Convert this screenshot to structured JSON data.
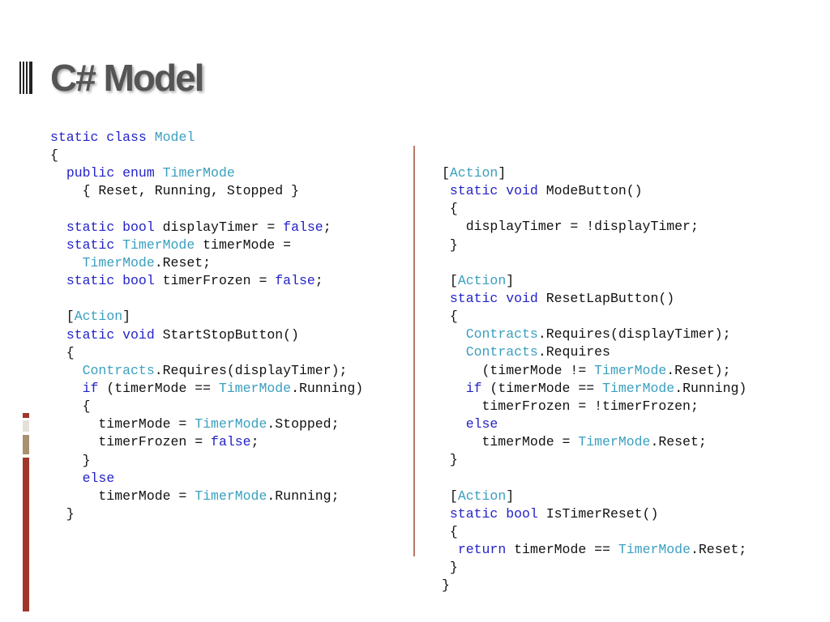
{
  "slide": {
    "title": "C# Model",
    "colors": {
      "keyword": "#2323c8",
      "type": "#3a9fbf",
      "text": "#111111",
      "title": "#555555",
      "accent_red": "#a0352a",
      "accent_tan": "#a89070",
      "divider": "#b5796a"
    }
  },
  "code_left": [
    [
      [
        "kw",
        "static class "
      ],
      [
        "ty",
        "Model"
      ]
    ],
    [
      [
        "t",
        "{"
      ]
    ],
    [
      [
        "t",
        "  "
      ],
      [
        "kw",
        "public enum "
      ],
      [
        "ty",
        "TimerMode"
      ]
    ],
    [
      [
        "t",
        "    { Reset, Running, Stopped }"
      ]
    ],
    [
      [
        "t",
        ""
      ]
    ],
    [
      [
        "t",
        "  "
      ],
      [
        "kw",
        "static bool"
      ],
      [
        "t",
        " displayTimer = "
      ],
      [
        "kw",
        "false"
      ],
      [
        "t",
        ";"
      ]
    ],
    [
      [
        "t",
        "  "
      ],
      [
        "kw",
        "static "
      ],
      [
        "ty",
        "TimerMode"
      ],
      [
        "t",
        " timerMode ="
      ]
    ],
    [
      [
        "t",
        "    "
      ],
      [
        "ty",
        "TimerMode"
      ],
      [
        "t",
        ".Reset;"
      ]
    ],
    [
      [
        "t",
        "  "
      ],
      [
        "kw",
        "static bool"
      ],
      [
        "t",
        " timerFrozen = "
      ],
      [
        "kw",
        "false"
      ],
      [
        "t",
        ";"
      ]
    ],
    [
      [
        "t",
        ""
      ]
    ],
    [
      [
        "t",
        "  ["
      ],
      [
        "ty",
        "Action"
      ],
      [
        "t",
        "]"
      ]
    ],
    [
      [
        "t",
        "  "
      ],
      [
        "kw",
        "static void"
      ],
      [
        "t",
        " StartStopButton()"
      ]
    ],
    [
      [
        "t",
        "  {"
      ]
    ],
    [
      [
        "t",
        "    "
      ],
      [
        "ty",
        "Contracts"
      ],
      [
        "t",
        ".Requires(displayTimer);"
      ]
    ],
    [
      [
        "t",
        "    "
      ],
      [
        "kw",
        "if"
      ],
      [
        "t",
        " (timerMode == "
      ],
      [
        "ty",
        "TimerMode"
      ],
      [
        "t",
        ".Running)"
      ]
    ],
    [
      [
        "t",
        "    {"
      ]
    ],
    [
      [
        "t",
        "      timerMode = "
      ],
      [
        "ty",
        "TimerMode"
      ],
      [
        "t",
        ".Stopped;"
      ]
    ],
    [
      [
        "t",
        "      timerFrozen = "
      ],
      [
        "kw",
        "false"
      ],
      [
        "t",
        ";"
      ]
    ],
    [
      [
        "t",
        "    }"
      ]
    ],
    [
      [
        "t",
        "    "
      ],
      [
        "kw",
        "else"
      ]
    ],
    [
      [
        "t",
        "      timerMode = "
      ],
      [
        "ty",
        "TimerMode"
      ],
      [
        "t",
        ".Running;"
      ]
    ],
    [
      [
        "t",
        "  }"
      ]
    ]
  ],
  "code_right": [
    [
      [
        "t",
        "["
      ],
      [
        "ty",
        "Action"
      ],
      [
        "t",
        "]"
      ]
    ],
    [
      [
        "t",
        " "
      ],
      [
        "kw",
        "static void"
      ],
      [
        "t",
        " ModeButton()"
      ]
    ],
    [
      [
        "t",
        " {"
      ]
    ],
    [
      [
        "t",
        "   displayTimer = !displayTimer;"
      ]
    ],
    [
      [
        "t",
        " }"
      ]
    ],
    [
      [
        "t",
        ""
      ]
    ],
    [
      [
        "t",
        " ["
      ],
      [
        "ty",
        "Action"
      ],
      [
        "t",
        "]"
      ]
    ],
    [
      [
        "t",
        " "
      ],
      [
        "kw",
        "static void"
      ],
      [
        "t",
        " ResetLapButton()"
      ]
    ],
    [
      [
        "t",
        " {"
      ]
    ],
    [
      [
        "t",
        "   "
      ],
      [
        "ty",
        "Contracts"
      ],
      [
        "t",
        ".Requires(displayTimer);"
      ]
    ],
    [
      [
        "t",
        "   "
      ],
      [
        "ty",
        "Contracts"
      ],
      [
        "t",
        ".Requires"
      ]
    ],
    [
      [
        "t",
        "     (timerMode != "
      ],
      [
        "ty",
        "TimerMode"
      ],
      [
        "t",
        ".Reset);"
      ]
    ],
    [
      [
        "t",
        "   "
      ],
      [
        "kw",
        "if"
      ],
      [
        "t",
        " (timerMode == "
      ],
      [
        "ty",
        "TimerMode"
      ],
      [
        "t",
        ".Running)"
      ]
    ],
    [
      [
        "t",
        "     timerFrozen = !timerFrozen;"
      ]
    ],
    [
      [
        "t",
        "   "
      ],
      [
        "kw",
        "else"
      ]
    ],
    [
      [
        "t",
        "     timerMode = "
      ],
      [
        "ty",
        "TimerMode"
      ],
      [
        "t",
        ".Reset;"
      ]
    ],
    [
      [
        "t",
        " }"
      ]
    ],
    [
      [
        "t",
        ""
      ]
    ],
    [
      [
        "t",
        " ["
      ],
      [
        "ty",
        "Action"
      ],
      [
        "t",
        "]"
      ]
    ],
    [
      [
        "t",
        " "
      ],
      [
        "kw",
        "static bool"
      ],
      [
        "t",
        " IsTimerReset()"
      ]
    ],
    [
      [
        "t",
        " {"
      ]
    ],
    [
      [
        "t",
        "  "
      ],
      [
        "kw",
        "return"
      ],
      [
        "t",
        " timerMode == "
      ],
      [
        "ty",
        "TimerMode"
      ],
      [
        "t",
        ".Reset;"
      ]
    ],
    [
      [
        "t",
        " }"
      ]
    ],
    [
      [
        "t",
        "}"
      ]
    ]
  ]
}
